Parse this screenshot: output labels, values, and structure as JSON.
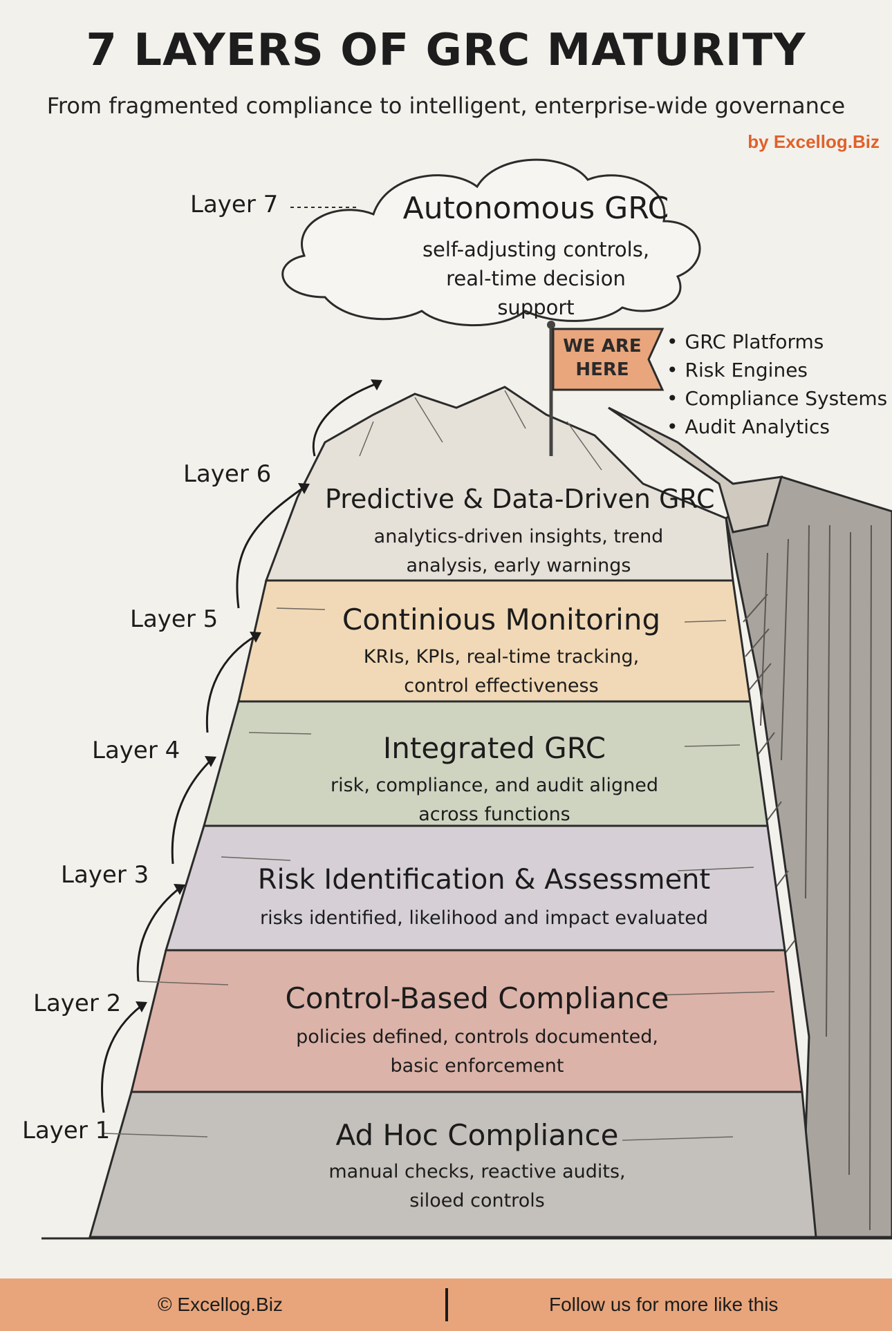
{
  "header": {
    "title": "7 LAYERS OF GRC MATURITY",
    "subtitle": "From fragmented compliance to intelligent, enterprise-wide governance",
    "byline": "by Excellog.Biz"
  },
  "layers": [
    {
      "label": "Layer 1",
      "name": "Ad Hoc Compliance",
      "desc": "manual checks, reactive audits, siloed controls",
      "color": "#c4c0bb"
    },
    {
      "label": "Layer 2",
      "name": "Control-Based Compliance",
      "desc": "policies defined, controls documented, basic enforcement",
      "color": "#dcb3a9"
    },
    {
      "label": "Layer 3",
      "name": "Risk Identification & Assessment",
      "desc": "risks identified, likelihood and impact evaluated",
      "color": "#d6d0d6"
    },
    {
      "label": "Layer 4",
      "name": "Integrated GRC",
      "desc": "risk, compliance, and audit aligned across functions",
      "color": "#cfd4c1"
    },
    {
      "label": "Layer 5",
      "name": "Continious Monitoring",
      "desc": "KRIs, KPIs, real-time tracking, control effectiveness",
      "color": "#f1d9b7"
    },
    {
      "label": "Layer 6",
      "name": "Predictive & Data-Driven GRC",
      "desc": "analytics-driven insights, trend analysis, early warnings",
      "color": "#e6e1d8"
    },
    {
      "label": "Layer 7",
      "name": "Autonomous GRC",
      "desc": "self-adjusting controls, real-time decision support",
      "color": "#f6f5f1"
    }
  ],
  "flag": {
    "text": "WE ARE HERE",
    "color": "#e9a57c"
  },
  "tools": [
    "GRC Platforms",
    "Risk Engines",
    "Compliance Systems",
    "Audit Analytics"
  ],
  "footer": {
    "left": "© Excellog.Biz",
    "right": "Follow us for more like this",
    "color": "#e8a57b"
  },
  "colors": {
    "accent": "#e0602a",
    "cliff": "#a9a49e",
    "ink": "#1c1c1c"
  }
}
